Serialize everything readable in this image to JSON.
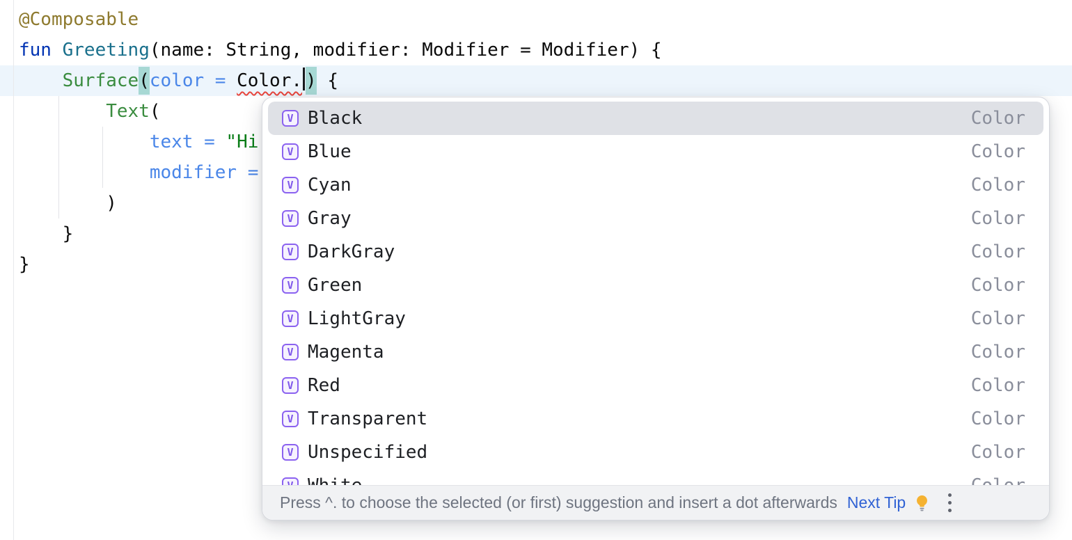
{
  "editor": {
    "background": "#FFFFFF",
    "current_line_color": "#EDF5FC",
    "brace_match_color": "#A7D8D4",
    "error_squiggle_color": "#E8453C",
    "token_colors": {
      "annotation": "#8E7A2E",
      "keyword": "#0033B3",
      "function_declaration": "#1A708C",
      "function_call": "#3A8C3F",
      "named_argument": "#4A86E8",
      "string": "#0A7D18",
      "plain": "#0A0A0A"
    },
    "lines": [
      {
        "segments": [
          {
            "t": "@Composable",
            "s": "annotation"
          }
        ]
      },
      {
        "segments": [
          {
            "t": "fun",
            "s": "keyword"
          },
          {
            "t": " ",
            "s": "plain"
          },
          {
            "t": "Greeting",
            "s": "function-decl"
          },
          {
            "t": "(name: String, modifier: Modifier = Modifier) {",
            "s": "plain"
          }
        ]
      },
      {
        "segments": [
          {
            "t": "    ",
            "s": "plain"
          },
          {
            "t": "Surface",
            "s": "function-call"
          },
          {
            "t": "(",
            "s": "brace-hl"
          },
          {
            "t": "color =",
            "s": "named-arg"
          },
          {
            "t": " ",
            "s": "plain"
          },
          {
            "t": "Color.",
            "s": "error"
          },
          {
            "t": "",
            "s": "caret"
          },
          {
            "t": ")",
            "s": "brace-hl"
          },
          {
            "t": " {",
            "s": "plain"
          }
        ]
      },
      {
        "segments": [
          {
            "t": "        ",
            "s": "plain"
          },
          {
            "t": "Text",
            "s": "function-call"
          },
          {
            "t": "(",
            "s": "plain"
          }
        ]
      },
      {
        "segments": [
          {
            "t": "            ",
            "s": "plain"
          },
          {
            "t": "text =",
            "s": "named-arg"
          },
          {
            "t": " ",
            "s": "plain"
          },
          {
            "t": "\"Hi,",
            "s": "string"
          }
        ]
      },
      {
        "segments": [
          {
            "t": "            ",
            "s": "plain"
          },
          {
            "t": "modifier =",
            "s": "named-arg"
          },
          {
            "t": " ",
            "s": "plain"
          }
        ]
      },
      {
        "segments": [
          {
            "t": "        )",
            "s": "plain"
          }
        ]
      },
      {
        "segments": [
          {
            "t": "    }",
            "s": "plain"
          }
        ]
      },
      {
        "segments": [
          {
            "t": "}",
            "s": "plain"
          }
        ]
      }
    ]
  },
  "popup": {
    "icon_letter": "V",
    "icon_color": "#7E57EA",
    "selected_row_color": "#DFE1E6",
    "items": [
      {
        "label": "Black",
        "type_label": "Color",
        "selected": true
      },
      {
        "label": "Blue",
        "type_label": "Color",
        "selected": false
      },
      {
        "label": "Cyan",
        "type_label": "Color",
        "selected": false
      },
      {
        "label": "Gray",
        "type_label": "Color",
        "selected": false
      },
      {
        "label": "DarkGray",
        "type_label": "Color",
        "selected": false
      },
      {
        "label": "Green",
        "type_label": "Color",
        "selected": false
      },
      {
        "label": "LightGray",
        "type_label": "Color",
        "selected": false
      },
      {
        "label": "Magenta",
        "type_label": "Color",
        "selected": false
      },
      {
        "label": "Red",
        "type_label": "Color",
        "selected": false
      },
      {
        "label": "Transparent",
        "type_label": "Color",
        "selected": false
      },
      {
        "label": "Unspecified",
        "type_label": "Color",
        "selected": false
      },
      {
        "label": "White",
        "type_label": "Color",
        "selected": false
      }
    ],
    "hint_bar": {
      "text": "Press ^. to choose the selected (or first) suggestion and insert a dot afterwards",
      "next_tip_label": "Next Tip",
      "next_tip_color": "#3062D4",
      "lightbulb_color": "#F5B231"
    }
  }
}
